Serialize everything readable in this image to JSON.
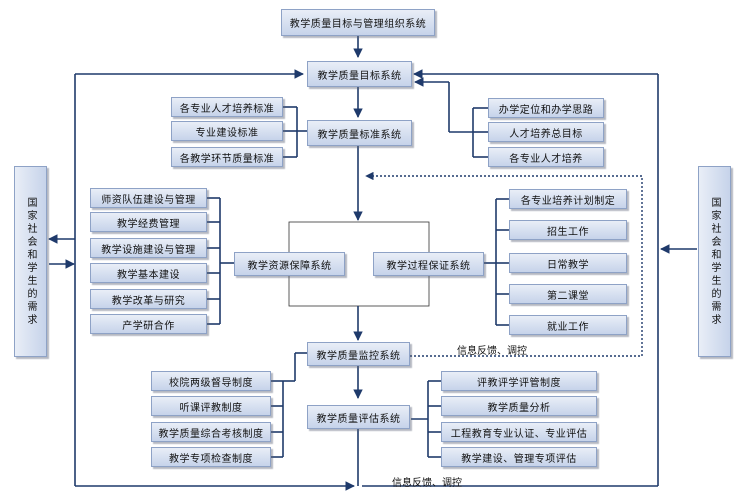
{
  "top": {
    "org_system": "教学质量目标与管理组织系统",
    "target_system": "教学质量目标系统",
    "standard_system": "教学质量标准系统"
  },
  "standards_left": [
    "各专业人才培养标准",
    "专业建设标准",
    "各教学环节质量标准"
  ],
  "targets_right": [
    "办学定位和办学思路",
    "人才培养总目标",
    "各专业人才培养"
  ],
  "middle": {
    "resource_system": "教学资源保障系统",
    "process_system": "教学过程保证系统"
  },
  "resources": [
    "师资队伍建设与管理",
    "教学经费管理",
    "教学设施建设与管理",
    "教学基本建设",
    "教学改革与研究",
    "产学研合作"
  ],
  "process": [
    "各专业培养计划制定",
    "招生工作",
    "日常教学",
    "第二课堂",
    "就业工作"
  ],
  "monitor": {
    "monitor_system": "教学质量监控系统",
    "evaluation_system": "教学质量评估系统"
  },
  "monitor_items": [
    "校院两级督导制度",
    "听课评教制度",
    "教学质量综合考核制度",
    "教学专项检查制度"
  ],
  "evaluation_items": [
    "评教评学评管制度",
    "教学质量分析",
    "工程教育专业认证、专业评估",
    "教学建设、管理专项评估"
  ],
  "side": {
    "left_demand": "国家社会和学生的需求",
    "right_demand": "国家社会和学生的需求"
  },
  "feedback": {
    "middle": "信息反馈、调控",
    "bottom": "信息反馈、调控"
  }
}
